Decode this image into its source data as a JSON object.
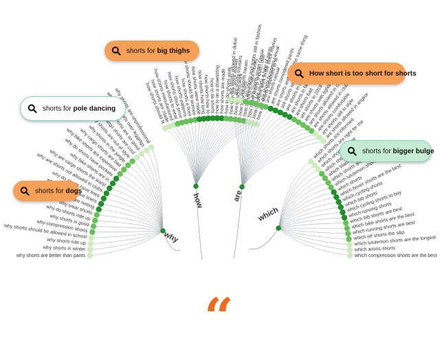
{
  "diagram": {
    "hubs": [
      {
        "label": "why",
        "leaves": [
          "why shorts are better than pants",
          "why shorts in winter",
          "why shorts ride up",
          "why shorts should be allowed in school",
          "why compression shorts",
          "why shorts is good",
          "why do shorts ride up",
          "why wear shorts",
          "why shorts are netting",
          "why do shorts have liners",
          "why do shorts have lines",
          "why are shorts not allowed in clubs",
          "why are cargo shorts the worst",
          "why bike shorts are in",
          "why do shorts have pockets",
          "why bike shorts are expensive",
          "why cargo shorts are bad",
          "why shorts in the jungle",
          "why shorts are out of style",
          "why cargo shorts are cool",
          "why shorts are so good",
          "why wear shorts over leggings",
          "why shorts are unprofessional"
        ]
      },
      {
        "label": "how",
        "leaves": [
          "how shorts should fit",
          "how shorts are made",
          "how shorts manufactured",
          "how shorts to wear",
          "how shorts stock price",
          "how shorts patterns",
          "how shorts a boot",
          "how shorts should fit women",
          "how shorts were made",
          "how shorts how long",
          "how shorts how to",
          "how to tie shorts",
          "how to tie a drawstring",
          "how shorts are made",
          "how to do shorts work",
          "how to in the stock market",
          "how do shorts work",
          "how to fix shorts",
          "how do shorts make money",
          "how many shorts should i own",
          "how do shorts work in the stock market",
          "how are shorts supposed to fit"
        ]
      },
      {
        "label": "are",
        "leaves": [
          "are shorts allowed in dubai",
          "are shorts trousers",
          "are shorts haram",
          "are shorts and tights still in fashion",
          "are shorts smart casual",
          "are shorts a type of pants",
          "are shorts business casual",
          "are shorts casual",
          "are shorts considered pants",
          "are shorts and skirts the same thing",
          "are shorts smart casual",
          "are shorts in style",
          "are shorts in fashion",
          "are shorts bad",
          "are shorts in 2019",
          "are shorts with tights in",
          "are shorts allowed in churches",
          "are shorts allowed in clubs",
          "are shorts comfortable",
          "are shorts still in style",
          "are shorts allowed in angkor"
        ]
      },
      {
        "label": "which",
        "leaves": [
          "which shorts are informed",
          "which shorts are right for me",
          "which shorts suit me",
          "which shorts to buy",
          "which black shorts",
          "which shorts are best",
          "which lululemon shorts",
          "which shorts",
          "which boxer shorts are the best",
          "which cycling shorts",
          "which bib shorts",
          "which cycling shorts to buy",
          "which running shorts",
          "which bib shorts are best",
          "which bike shorts are the best",
          "which running shorts are best",
          "which etf shorts the s&p",
          "which lululemon shorts are the longest",
          "which assos shorts",
          "which compression shorts are the best"
        ]
      }
    ],
    "callouts": [
      {
        "id": "big-thighs",
        "prefix": "shorts for ",
        "bold": "big thighs",
        "style": "orange"
      },
      {
        "id": "too-short",
        "prefix": "",
        "bold": "How short is too short for shorts",
        "style": "orange"
      },
      {
        "id": "pole-dancing",
        "prefix": "shorts for ",
        "bold": "pole dancing",
        "style": "white"
      },
      {
        "id": "bigger-bulge",
        "prefix": "shorts for ",
        "bold": "bigger bulge",
        "style": "mint"
      },
      {
        "id": "dogs",
        "prefix": "shorts for ",
        "bold": "dogs",
        "style": "orange"
      }
    ],
    "quote_mark": "“"
  },
  "colors": {
    "dot_light": "#cdebbd",
    "dot_mid": "#69c05a",
    "dot_dark": "#1f8f2b",
    "branch": "#9aa6b0",
    "accent_orange": "#f59f57",
    "accent_teal": "#7fd3c6",
    "quote": "#ef6a1c"
  }
}
